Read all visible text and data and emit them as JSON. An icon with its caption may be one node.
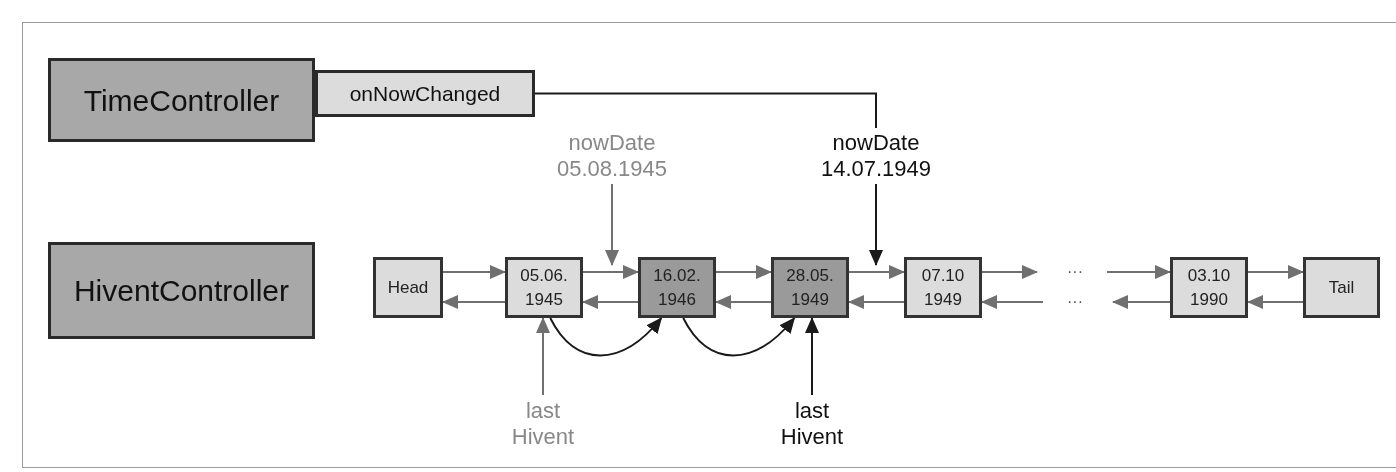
{
  "diagram": {
    "nodes": [
      {
        "text": [
          "TimeController"
        ]
      },
      {
        "text": [
          "onNowChanged"
        ]
      },
      {
        "text": [
          "HiventController"
        ]
      },
      {
        "text": [
          "Head"
        ]
      },
      {
        "text": [
          "05.06. 1945"
        ]
      },
      {
        "text": [
          "16.02. 1946"
        ]
      },
      {
        "text": [
          "28.05. 1949"
        ]
      },
      {
        "text": [
          "07.10 1949"
        ]
      },
      {
        "text": [
          "···"
        ]
      },
      {
        "text": [
          "···"
        ]
      },
      {
        "text": [
          "03.10 1990"
        ]
      },
      {
        "text": [
          "Tail"
        ]
      },
      {
        "text": [
          "nowDate 05.08.1945"
        ]
      },
      {
        "text": [
          "nowDate 14.07.1949"
        ]
      },
      {
        "text": [
          "last Hivent"
        ]
      },
      {
        "text": [
          "last Hivent"
        ]
      }
    ],
    "edges": [
      {
        "from": 3,
        "to": 4,
        "arrow": "to"
      },
      {
        "from": 4,
        "to": 5,
        "arrow": "to"
      },
      {
        "from": 5,
        "to": 6,
        "arrow": "to"
      },
      {
        "from": 6,
        "to": 7,
        "arrow": "to"
      },
      {
        "from": 7,
        "to": 8,
        "arrow": "to"
      },
      {
        "from": 8,
        "to": 10,
        "arrow": "to"
      },
      {
        "from": 10,
        "to": 11,
        "arrow": "to"
      },
      {
        "from": 4,
        "to": 3,
        "arrow": "to"
      },
      {
        "from": 5,
        "to": 4,
        "arrow": "to"
      },
      {
        "from": 6,
        "to": 5,
        "arrow": "to"
      },
      {
        "from": 7,
        "to": 6,
        "arrow": "to"
      },
      {
        "from": 9,
        "to": 7,
        "arrow": "to"
      },
      {
        "from": 10,
        "to": 9,
        "arrow": "to"
      },
      {
        "from": 11,
        "to": 10,
        "arrow": "to"
      },
      {
        "from": 4,
        "to": 5,
        "arrow": "to",
        "color": "#1a1a1a"
      },
      {
        "from": 5,
        "to": 6,
        "arrow": "to",
        "color": "#1a1a1a"
      },
      {
        "from": 12,
        "to": 5,
        "arrow": "to"
      },
      {
        "from": 1,
        "to": 13,
        "arrow": "none",
        "color": "#1a1a1a"
      },
      {
        "from": 13,
        "to": 7,
        "arrow": "to",
        "color": "#1a1a1a"
      },
      {
        "from": 14,
        "to": 4,
        "arrow": "to"
      },
      {
        "from": 15,
        "to": 6,
        "arrow": "to",
        "color": "#1a1a1a"
      }
    ]
  }
}
